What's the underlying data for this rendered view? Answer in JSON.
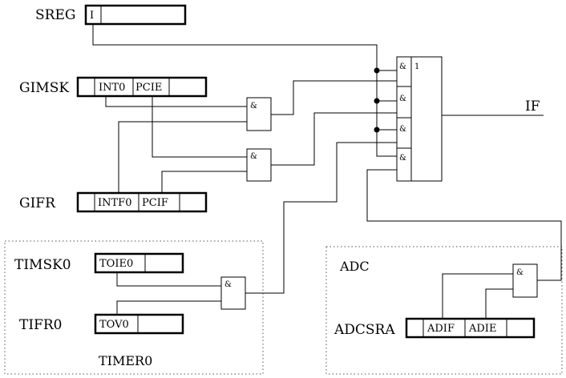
{
  "registers": {
    "sreg": {
      "name": "SREG",
      "bits": [
        "I"
      ]
    },
    "gimsk": {
      "name": "GIMSK",
      "bits": [
        "INT0",
        "PCIE"
      ]
    },
    "gifr": {
      "name": "GIFR",
      "bits": [
        "INTF0",
        "PCIF"
      ]
    },
    "timsk0": {
      "name": "TIMSK0",
      "bits": [
        "TOIE0"
      ]
    },
    "tifr0": {
      "name": "TIFR0",
      "bits": [
        "TOV0"
      ]
    },
    "adcsra": {
      "name": "ADCSRA",
      "bits": [
        "ADIF",
        "ADIE"
      ]
    }
  },
  "gates": {
    "and_symbol": "&",
    "or_symbol": "1"
  },
  "output": {
    "label": "IF"
  },
  "groups": {
    "timer0": {
      "label": "TIMER0"
    },
    "adc": {
      "label": "ADC"
    }
  }
}
